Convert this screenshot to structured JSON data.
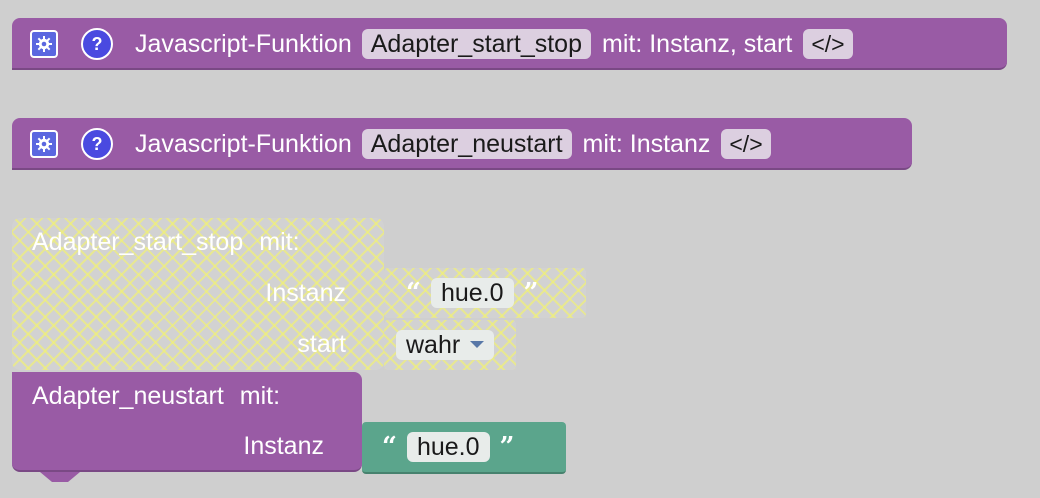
{
  "blocks": {
    "func1": {
      "title": "Javascript-Funktion",
      "name": "Adapter_start_stop",
      "params": "mit: Instanz, start",
      "code": "</>"
    },
    "func2": {
      "title": "Javascript-Funktion",
      "name": "Adapter_neustart",
      "params": "mit: Instanz",
      "code": "</>"
    },
    "call1": {
      "name": "Adapter_start_stop",
      "mit": "mit:",
      "arg1_label": "Instanz",
      "arg1_value": "hue.0",
      "arg2_label": "start",
      "arg2_value": "wahr"
    },
    "call2": {
      "name": "Adapter_neustart",
      "mit": "mit:",
      "arg1_label": "Instanz",
      "arg1_value": "hue.0"
    }
  },
  "icons": {
    "settings": "gear-icon",
    "help": "help-icon",
    "dropdown": "chevron-down-icon"
  },
  "colors": {
    "procedure": "#995ba5",
    "string": "#5ba58c",
    "disabled": "#d2d2d2",
    "help": "#4a4ae0",
    "settings": "#5b67e0"
  }
}
